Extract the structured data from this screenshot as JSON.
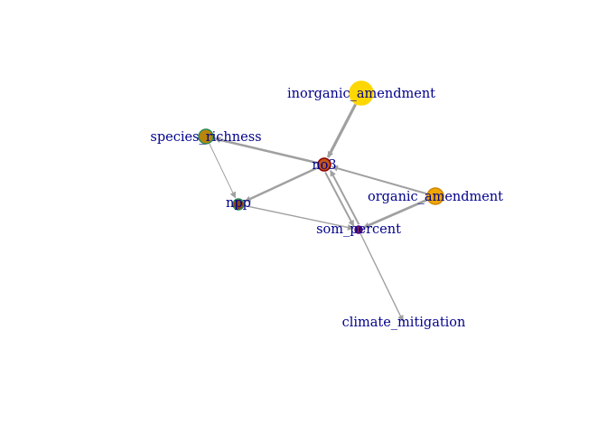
{
  "graph": {
    "nodes": [
      {
        "id": "inorganic_amendment",
        "label": "inorganic_amendment",
        "color": "#ffd700",
        "stroke": "#ffd700"
      },
      {
        "id": "species_richness",
        "label": "species_richness",
        "color": "#b8860b",
        "stroke": "#2e8b57"
      },
      {
        "id": "no3",
        "label": "no3",
        "color": "#c0561b",
        "stroke": "#8b0000"
      },
      {
        "id": "organic_amendment",
        "label": "organic_amendment",
        "color": "#f0a800",
        "stroke": "#cd8500"
      },
      {
        "id": "npp",
        "label": "npp",
        "color": "#8b4513",
        "stroke": "#2e8b57"
      },
      {
        "id": "som_percent",
        "label": "som_percent",
        "color": "#8b2252",
        "stroke": "#4b0082"
      },
      {
        "id": "climate_mitigation",
        "label": "climate_mitigation",
        "color": "#ffffff",
        "stroke": "#ffffff"
      }
    ],
    "edges": [
      {
        "from": "inorganic_amendment",
        "to": "no3"
      },
      {
        "from": "no3",
        "to": "species_richness"
      },
      {
        "from": "no3",
        "to": "npp"
      },
      {
        "from": "no3",
        "to": "som_percent"
      },
      {
        "from": "som_percent",
        "to": "no3"
      },
      {
        "from": "organic_amendment",
        "to": "no3"
      },
      {
        "from": "organic_amendment",
        "to": "som_percent"
      },
      {
        "from": "species_richness",
        "to": "npp"
      },
      {
        "from": "npp",
        "to": "som_percent"
      },
      {
        "from": "som_percent",
        "to": "climate_mitigation"
      }
    ],
    "edge_color": "#a0a0a0",
    "label_color": "#00008b"
  }
}
